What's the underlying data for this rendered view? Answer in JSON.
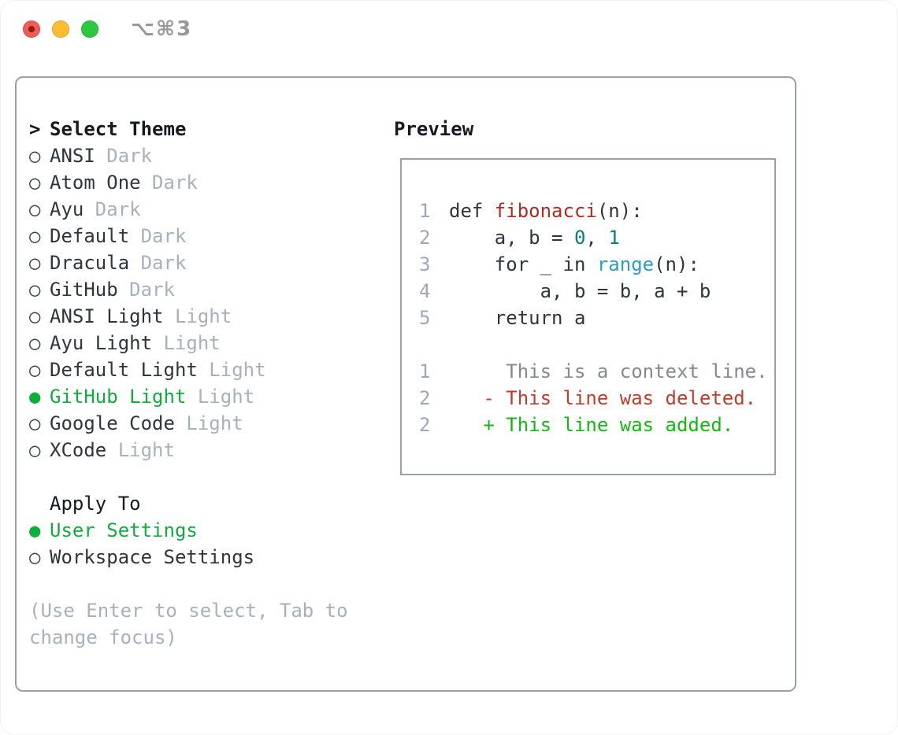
{
  "window": {
    "title": "⌥⌘3"
  },
  "colors": {
    "accent_green": "#0ead3c",
    "diff_add_green": "#15b715",
    "diff_del_red": "#c43a28",
    "func_red": "#ae2d22",
    "number_teal": "#0c7a85",
    "builtin_blue": "#2b9bc8",
    "text_dark": "#2e353d",
    "header_black": "#16191e",
    "muted": "#a7b1bc",
    "lineno": "#9ca8ba",
    "context_gray": "#83898f",
    "border_gray": "#98a2ad",
    "titlebar_gray": "#98989d",
    "tl_red": "#f45c51",
    "tl_red_dot": "#8c1d18",
    "tl_yellow": "#fdbd2e",
    "tl_green": "#2bc840"
  },
  "icons": {
    "radio_unselected": "○",
    "radio_selected": "●"
  },
  "theme_selector": {
    "header": {
      "marker": ">",
      "label": "Select Theme"
    },
    "themes": [
      {
        "name": "ANSI",
        "variant": "Dark",
        "selected": false
      },
      {
        "name": "Atom One",
        "variant": "Dark",
        "selected": false
      },
      {
        "name": "Ayu",
        "variant": "Dark",
        "selected": false
      },
      {
        "name": "Default",
        "variant": "Dark",
        "selected": false
      },
      {
        "name": "Dracula",
        "variant": "Dark",
        "selected": false
      },
      {
        "name": "GitHub",
        "variant": "Dark",
        "selected": false
      },
      {
        "name": "ANSI Light",
        "variant": "Light",
        "selected": false
      },
      {
        "name": "Ayu Light",
        "variant": "Light",
        "selected": false
      },
      {
        "name": "Default Light",
        "variant": "Light",
        "selected": false
      },
      {
        "name": "GitHub Light",
        "variant": "Light",
        "selected": true
      },
      {
        "name": "Google Code",
        "variant": "Light",
        "selected": false
      },
      {
        "name": "XCode",
        "variant": "Light",
        "selected": false
      }
    ],
    "apply_to": {
      "label": "Apply To",
      "options": [
        {
          "label": "User Settings",
          "selected": true
        },
        {
          "label": "Workspace Settings",
          "selected": false
        }
      ]
    },
    "hints": [
      "(Use Enter to select, Tab to",
      "change focus)"
    ]
  },
  "preview": {
    "title": "Preview",
    "code_lines": [
      {
        "num": "1",
        "segs": [
          {
            "t": "def ",
            "s": "code"
          },
          {
            "t": "fibonacci",
            "s": "func"
          },
          {
            "t": "(n):",
            "s": "code"
          }
        ]
      },
      {
        "num": "2",
        "segs": [
          {
            "t": "    a, b = ",
            "s": "code"
          },
          {
            "t": "0",
            "s": "num"
          },
          {
            "t": ", ",
            "s": "code"
          },
          {
            "t": "1",
            "s": "num"
          }
        ]
      },
      {
        "num": "3",
        "segs": [
          {
            "t": "    for _ in ",
            "s": "code"
          },
          {
            "t": "range",
            "s": "builtin"
          },
          {
            "t": "(n):",
            "s": "code"
          }
        ]
      },
      {
        "num": "4",
        "segs": [
          {
            "t": "        a, b = b, a + b",
            "s": "code"
          }
        ]
      },
      {
        "num": "5",
        "segs": [
          {
            "t": "    return a",
            "s": "code"
          }
        ]
      },
      {
        "num": "",
        "segs": []
      },
      {
        "num": "1",
        "segs": [
          {
            "t": "     This is a context line.",
            "s": "context"
          }
        ]
      },
      {
        "num": "2",
        "segs": [
          {
            "t": "   - This line was deleted.",
            "s": "deleted"
          }
        ]
      },
      {
        "num": "2",
        "segs": [
          {
            "t": "   + This line was added.",
            "s": "added"
          }
        ]
      }
    ]
  }
}
